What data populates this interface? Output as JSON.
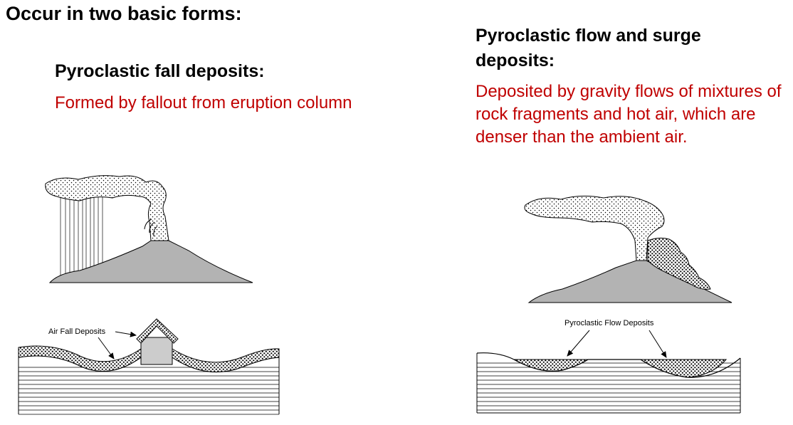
{
  "main_heading": "Occur in two basic forms:",
  "fall": {
    "heading": "Pyroclastic fall deposits:",
    "description": "Formed by fallout from eruption column",
    "diagram_label": "Air Fall Deposits"
  },
  "flow": {
    "heading": "Pyroclastic flow and surge deposits:",
    "description": "Deposited by gravity flows of mixtures of rock fragments and hot air, which are denser than the ambient air.",
    "diagram_label": "Pyroclastic Flow Deposits"
  },
  "colors": {
    "heading": "#000000",
    "description": "#c00000",
    "volcano": "#b3b3b3",
    "house": "#cccccc"
  }
}
